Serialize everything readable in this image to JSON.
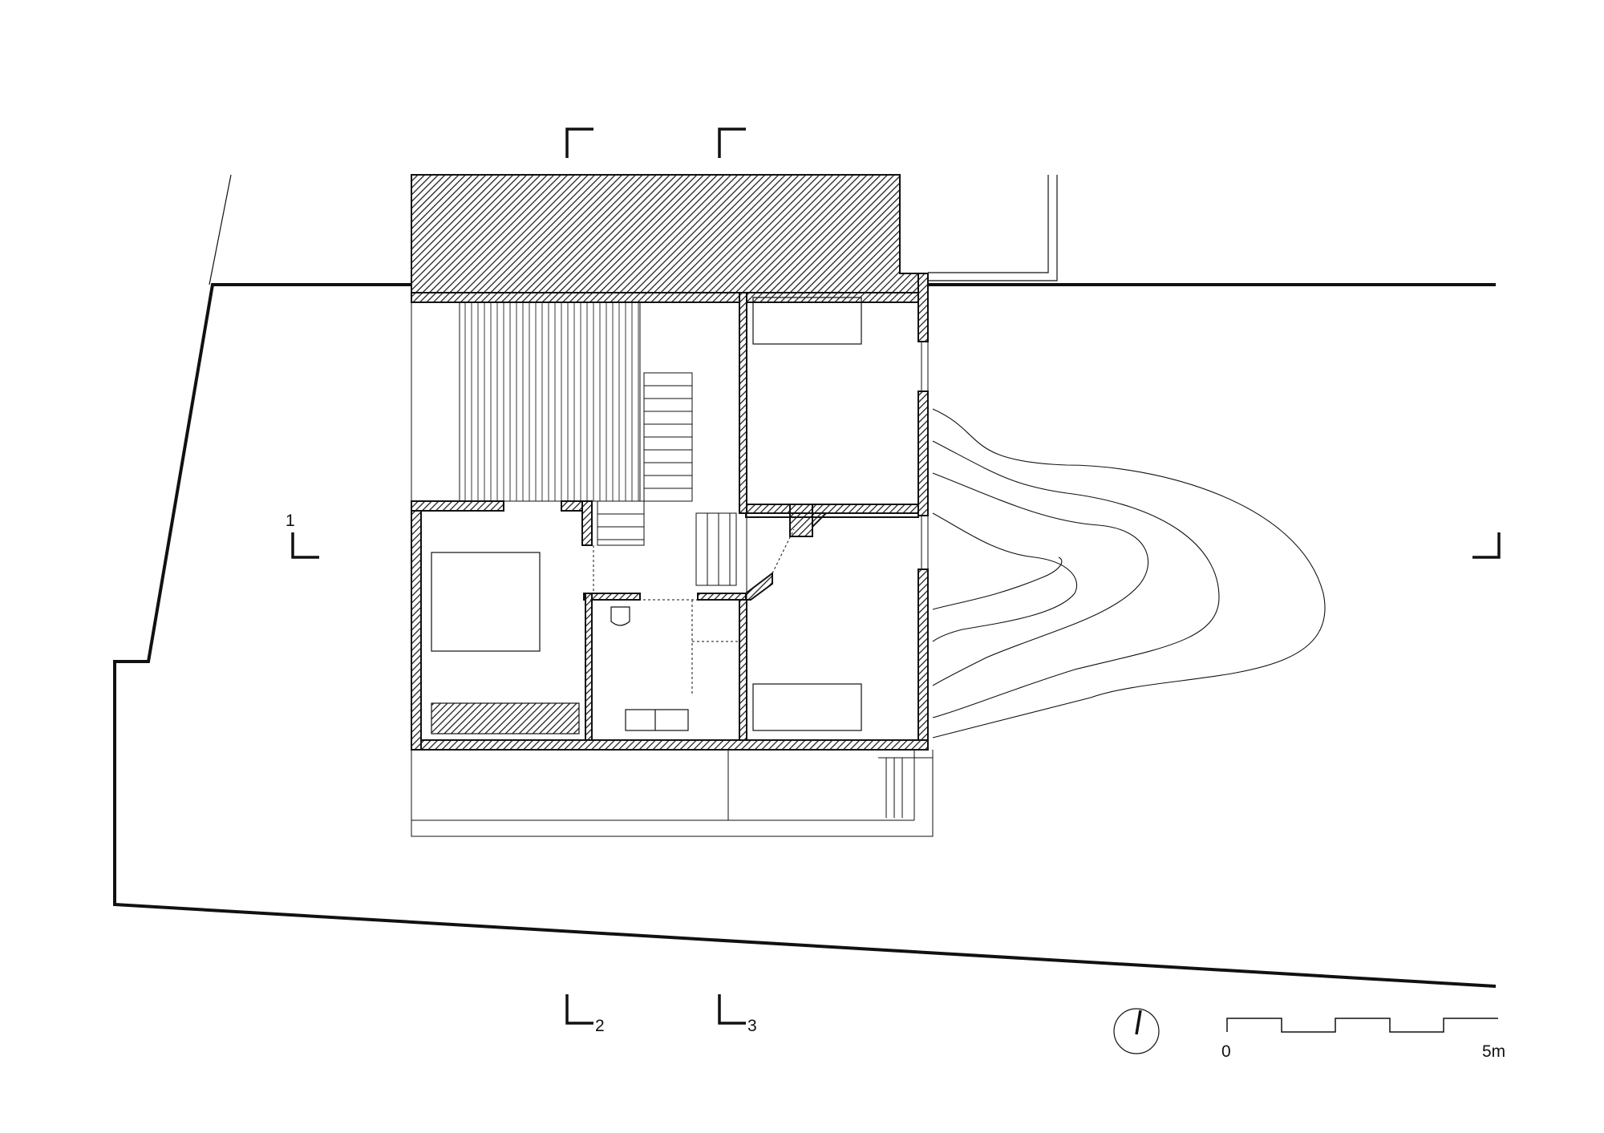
{
  "section_markers": {
    "section_1": "1",
    "section_2": "2",
    "section_3": "3"
  },
  "scale_bar": {
    "start_label": "0",
    "end_label": "5m"
  },
  "north_arrow": {
    "icon": "north-arrow-icon"
  },
  "colors": {
    "line": "#111111",
    "background": "#ffffff"
  }
}
